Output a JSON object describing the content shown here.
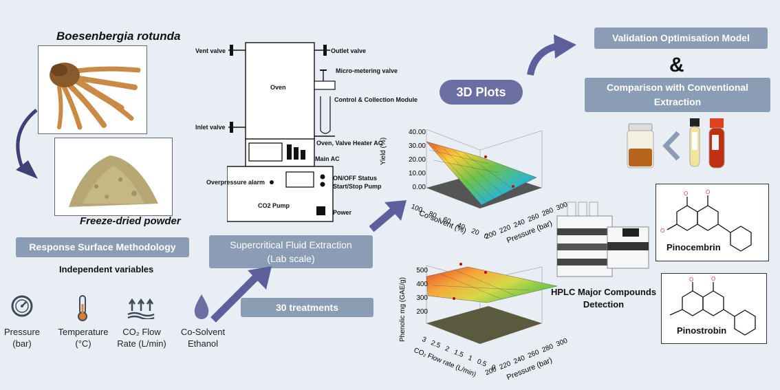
{
  "plant": {
    "name": "Boesenbergia rotunda",
    "powder": "Freeze-dried powder"
  },
  "rsm": {
    "title": "Response Surface Methodology",
    "subtitle": "Independent variables"
  },
  "variables": [
    {
      "icon": "gauge-icon",
      "line1": "Pressure",
      "line2": "(bar)"
    },
    {
      "icon": "thermometer-icon",
      "line1": "Temperature",
      "line2": "(°C)"
    },
    {
      "icon": "flow-arrows-icon",
      "line1": "CO₂ Flow",
      "line2": "Rate (L/min)"
    },
    {
      "icon": "droplet-icon",
      "line1": "Co-Solvent",
      "line2": "Ethanol"
    }
  ],
  "sfe": {
    "title_line1": "Supercritical Fluid Extraction",
    "title_line2": "(Lab scale)",
    "treatments": "30 treatments"
  },
  "schematic": {
    "vent": "Vent valve",
    "outlet": "Outlet valve",
    "micro": "Micro-metering valve",
    "oven": "Oven",
    "control": "Control & Collection Module",
    "inlet": "Inlet valve",
    "heater": "Oven, Valve Heater AC",
    "main_ac": "Main AC",
    "overpressure": "Overpressure alarm",
    "onoff": "ON/OFF Status",
    "startstop": "Start/Stop Pump",
    "pump": "CO2 Pump",
    "power": "Power"
  },
  "plots": {
    "title": "3D Plots",
    "yield": {
      "zlabel": "Yield (%)",
      "zticks": [
        "40.00",
        "30.00",
        "20.00",
        "10.00",
        "0.00"
      ],
      "ylabel": "Co-solvent (%)",
      "yticks": [
        "100",
        "80",
        "60",
        "40",
        "20",
        "0"
      ],
      "xlabel": "Pressure (bar)",
      "xticks": [
        "200",
        "220",
        "240",
        "260",
        "280",
        "300"
      ]
    },
    "phenolic": {
      "zlabel": "Phenolic mg (GAE/g)",
      "zticks": [
        "500",
        "400",
        "300",
        "200"
      ],
      "ylabel": "CO₂ Flow rate (L/min)",
      "yticks": [
        "3",
        "2.5",
        "2",
        "1.5",
        "1",
        "0.5",
        "0"
      ],
      "xlabel": "Pressure (bar)",
      "xticks": [
        "200",
        "220",
        "240",
        "260",
        "280",
        "300"
      ]
    }
  },
  "validation": {
    "title": "Validation Optimisation Model",
    "amp": "&",
    "compare_line1": "Comparison with Conventional",
    "compare_line2": "Extraction"
  },
  "hplc": {
    "line1": "HPLC Major Compounds",
    "line2": "Detection"
  },
  "compounds": [
    {
      "name": "Pinocembrin"
    },
    {
      "name": "Pinostrobin"
    }
  ],
  "colors": {
    "pill": "#8a9db5",
    "plots_badge": "#6b6ea3",
    "arrow": "#5c5f9a",
    "background": "#e9eef4"
  }
}
